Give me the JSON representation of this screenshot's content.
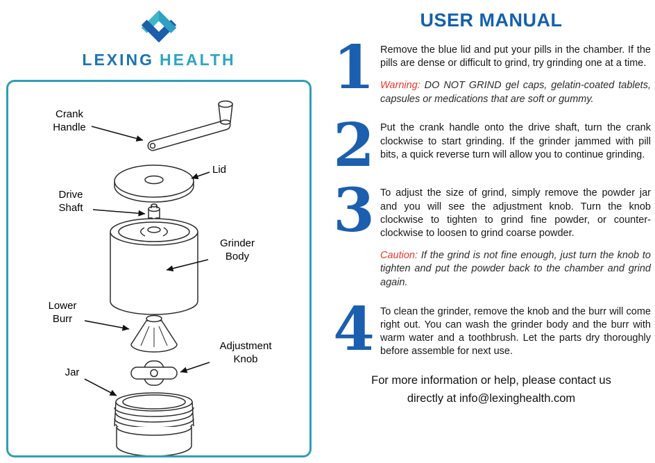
{
  "brand": {
    "name_primary": "LEXING",
    "name_secondary": "HEALTH"
  },
  "diagram": {
    "labels": {
      "crank_handle": "Crank Handle",
      "lid": "Lid",
      "drive_shaft": "Drive Shaft",
      "grinder_body": "Grinder Body",
      "lower_burr": "Lower Burr",
      "adjustment_knob": "Adjustment Knob",
      "jar": "Jar"
    }
  },
  "manual": {
    "title": "USER MANUAL",
    "steps": [
      {
        "number": "1",
        "text": "Remove the blue lid and put your pills in the chamber. If the pills are dense or difficult to grind, try grinding one at a time.",
        "note_label": "Warning:",
        "note_text": "DO NOT GRIND gel caps, gelatin-coated tablets, capsules or medications that are soft or gummy."
      },
      {
        "number": "2",
        "text": "Put the crank handle onto the drive shaft, turn the crank clockwise to start grinding. If the grinder jammed with pill bits, a quick reverse turn will allow you to continue grinding."
      },
      {
        "number": "3",
        "text": "To adjust the size of grind, simply remove the powder jar and you will see the adjustment knob. Turn the knob clockwise to tighten to grind fine powder, or counter-clockwise to loosen to grind coarse powder.",
        "note_label": "Caution:",
        "note_text": "If the grind is not fine enough, just turn the knob to tighten and put the powder back to the chamber and grind again."
      },
      {
        "number": "4",
        "text": "To clean the grinder, remove the knob and the burr will come right out. You can wash the grinder body and the burr with warm water and a toothbrush. Let the parts dry thoroughly before assemble for next use."
      }
    ],
    "footer": {
      "line1": "For more information or help, please contact us",
      "line2": "directly at info@lexinghealth.com"
    }
  },
  "colors": {
    "title_blue": "#1460ae",
    "step_number_blue": "#1b5fae",
    "diagram_border_teal": "#2f9db6",
    "logo_teal": "#3fb6c9",
    "logo_blue": "#1b5ea9",
    "warning_red": "#e8372b"
  }
}
